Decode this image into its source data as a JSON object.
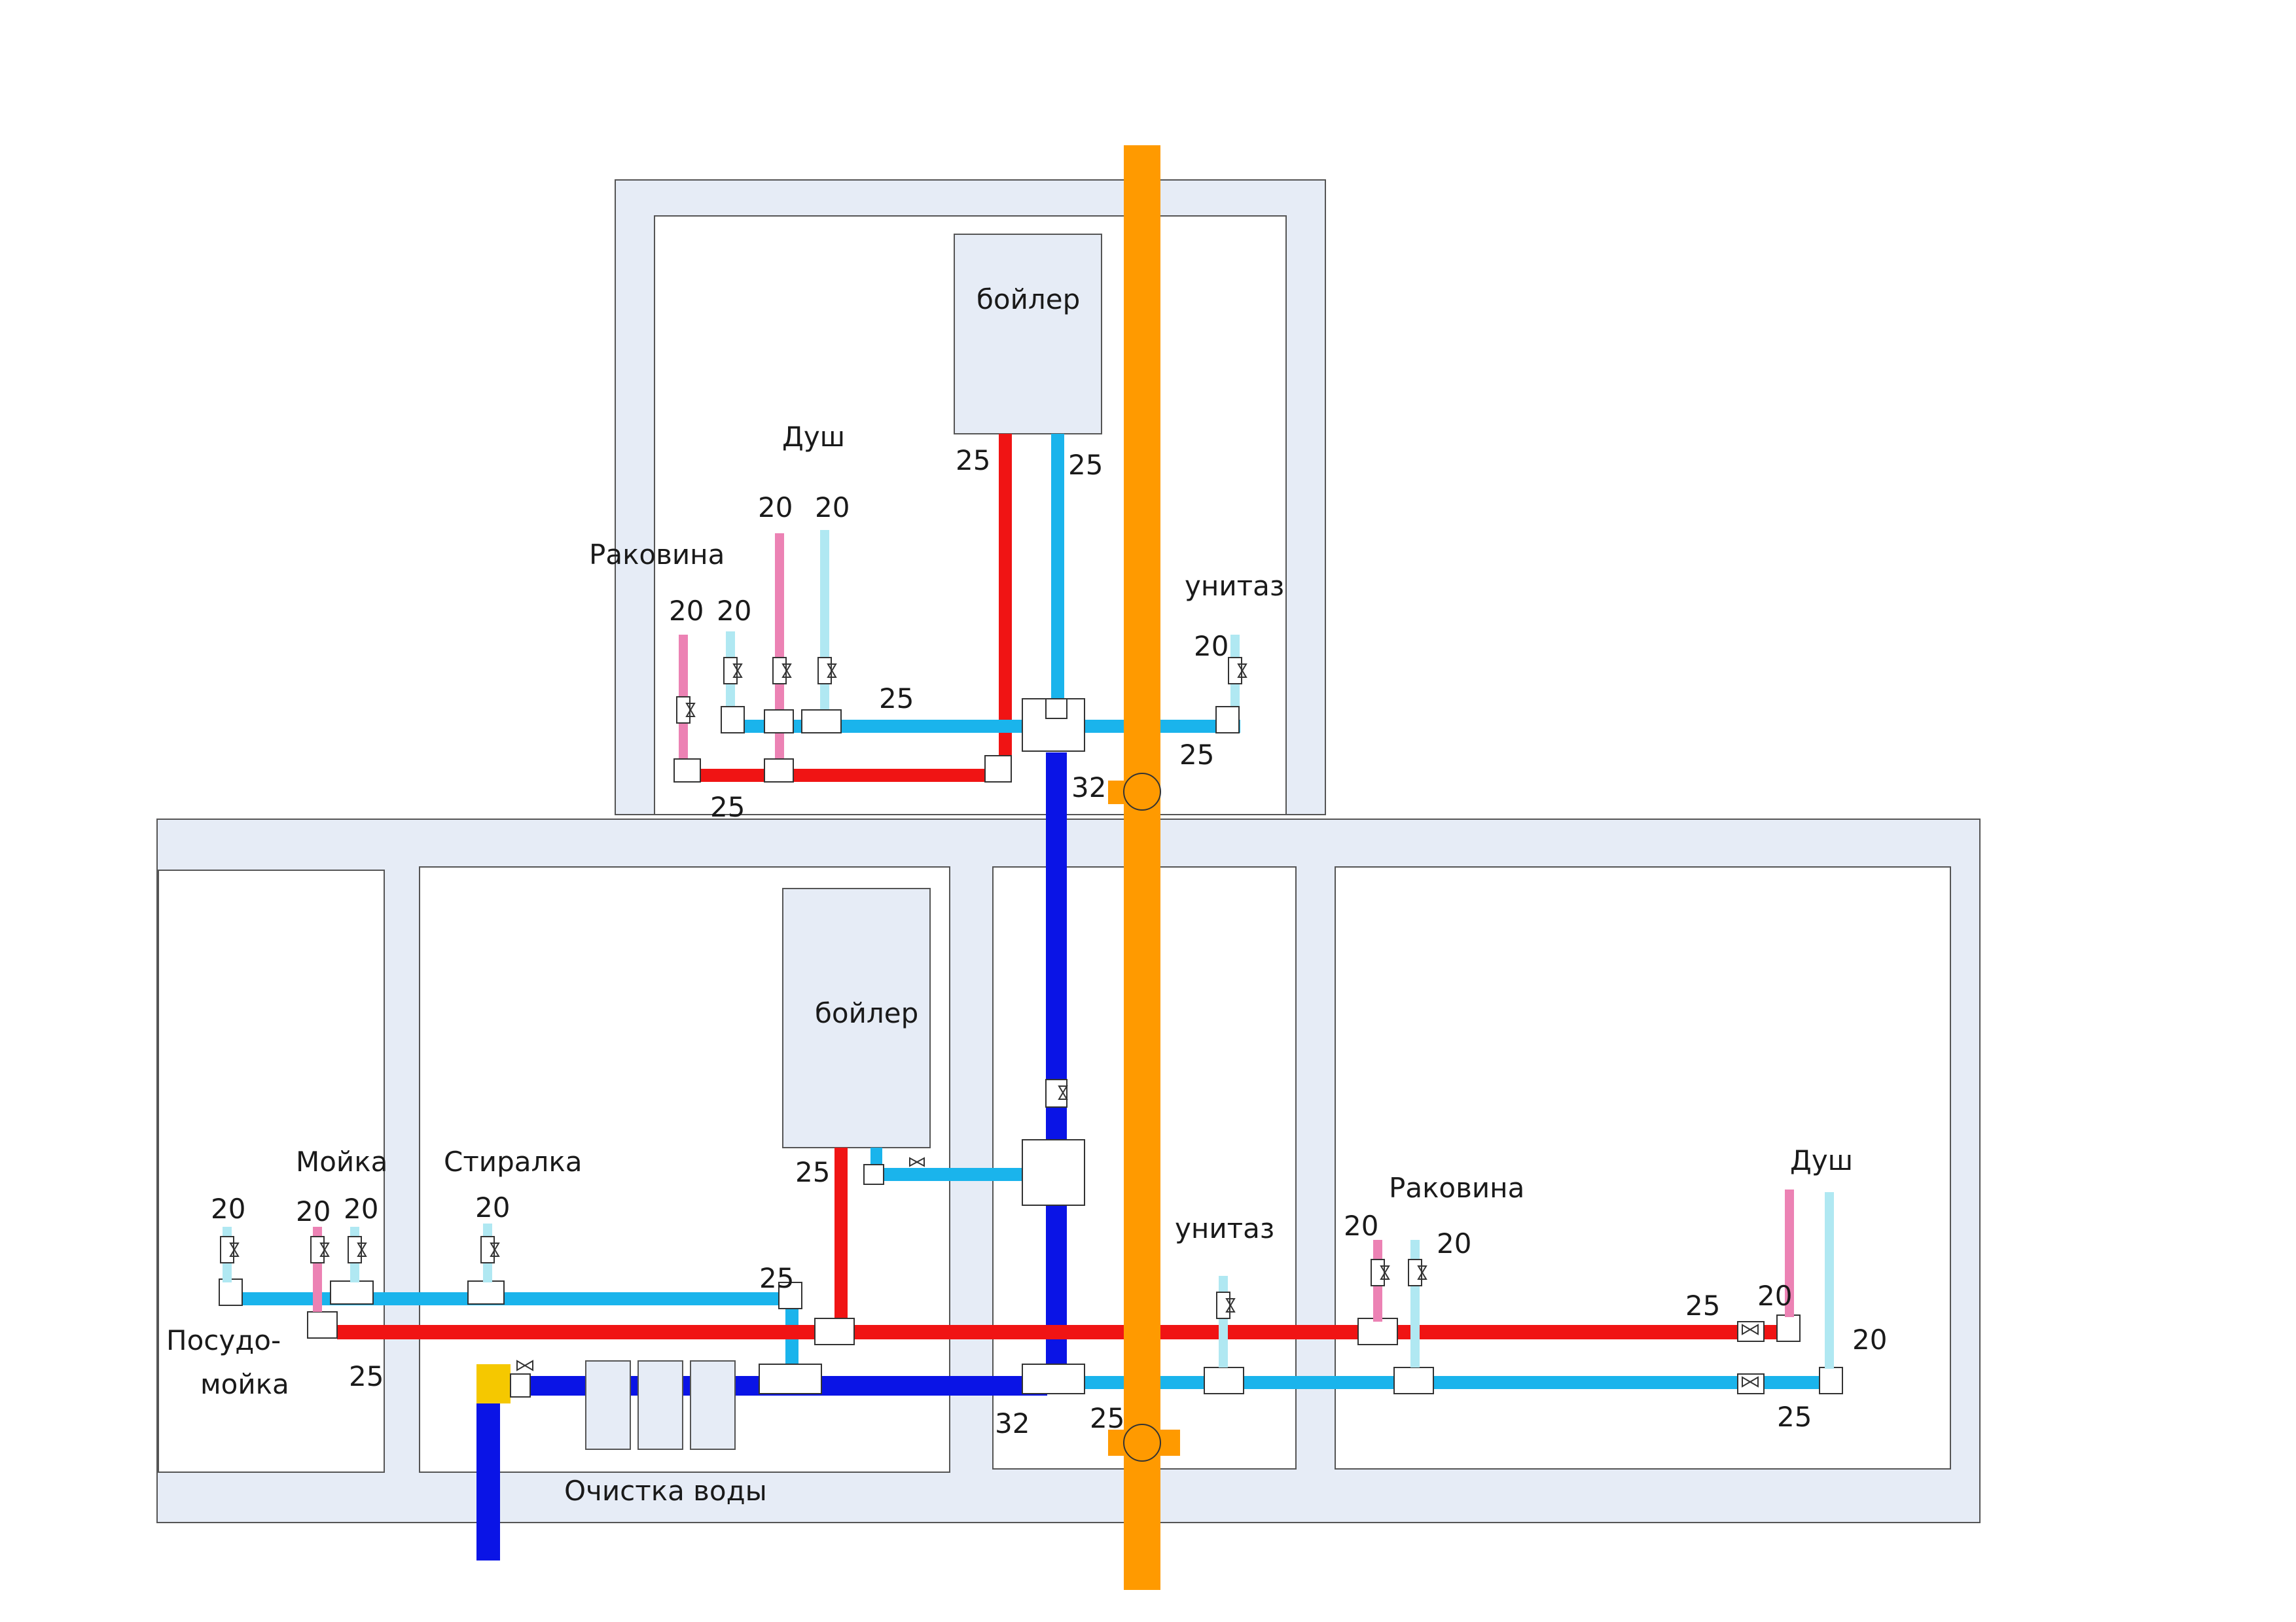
{
  "colors": {
    "hot": "#f01414",
    "cold": "#1ab4ec",
    "main": "#0a14e6",
    "hot_riser": "#ec82b4",
    "cold_riser": "#b0e8f2",
    "sewer": "#ff9a00",
    "inlet": "#f5c800"
  },
  "labels": {
    "boiler_upper": "бойлер",
    "boiler_lower": "бойлер",
    "shower_upper": "Душ",
    "sink_upper": "Раковина",
    "toilet_upper": "унитаз",
    "wash_basin": "Мойка",
    "washer": "Стиралка",
    "dishwasher_line1": "Посудо-",
    "dishwasher_line2": "мойка",
    "toilet_lower": "унитаз",
    "sink_lower": "Раковина",
    "shower_lower": "Душ",
    "water_cleaning": "Очистка воды"
  },
  "dims": {
    "u_boiler_hot": "25",
    "u_boiler_cold": "25",
    "u_shower_hot": "20",
    "u_shower_cold": "20",
    "u_sink_hot": "20",
    "u_sink_cold": "20",
    "u_cold_line": "25",
    "u_toilet": "20",
    "u_toilet_line": "25",
    "u_hot_line": "25",
    "u_riser": "32",
    "l_dish": "20",
    "l_wash_hot": "20",
    "l_wash_cold": "20",
    "l_washer": "20",
    "l_boiler_hot": "25",
    "l_cold_return": "25",
    "l_hot_line": "25",
    "l_main": "32",
    "l_cold_line": "25",
    "l_sink_hot": "20",
    "l_sink_cold": "20",
    "l_line_right": "25",
    "l_shower_hot": "20",
    "l_shower_cold": "20",
    "l_cold_end": "25"
  }
}
